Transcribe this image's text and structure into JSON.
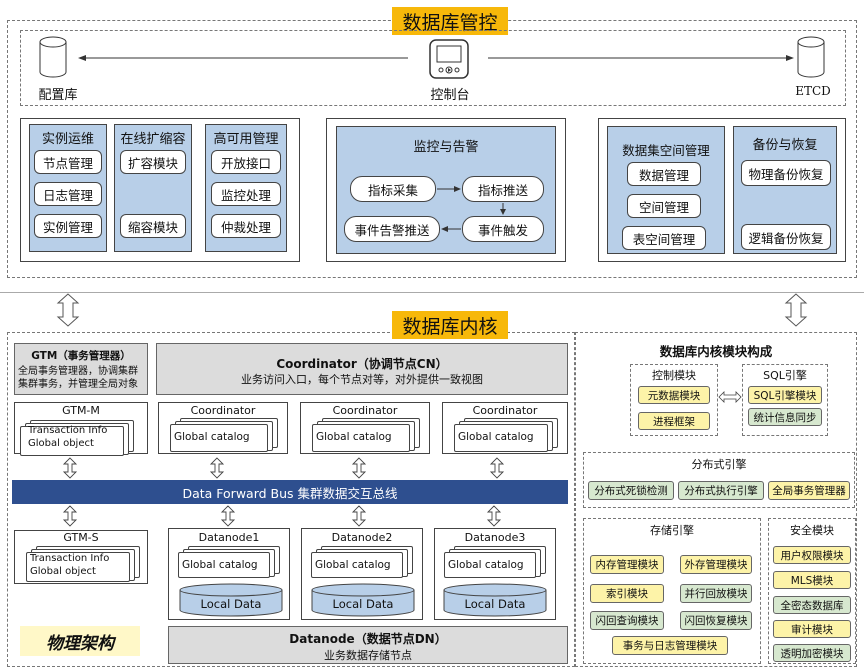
{
  "top": {
    "banner": "数据库管控",
    "config_db": "配置库",
    "console": "控制台",
    "etcd": "ETCD"
  },
  "ops": {
    "instance_ops": {
      "title": "实例运维",
      "items": [
        "节点管理",
        "日志管理",
        "实例管理"
      ]
    },
    "scale": {
      "title": "在线扩缩容",
      "items": [
        "扩容模块",
        "缩容模块"
      ]
    },
    "ha": {
      "title": "高可用管理",
      "items": [
        "开放接口",
        "监控处理",
        "仲裁处理"
      ]
    },
    "monitor": {
      "title": "监控与告警",
      "items": [
        "指标采集",
        "指标推送",
        "事件告警推送",
        "事件触发"
      ]
    },
    "dataset": {
      "title": "数据集空间管理",
      "items": [
        "数据管理",
        "空间管理",
        "表空间管理"
      ]
    },
    "backup": {
      "title": "备份与恢复",
      "items": [
        "物理备份恢复",
        "逻辑备份恢复"
      ]
    }
  },
  "kernel": {
    "banner": "数据库内核",
    "physical_label": "物理架构",
    "gtm": {
      "title": "GTM（事务管理器）",
      "desc1": "全局事务管理器，协调集群",
      "desc2": "集群事务，并管理全局对象"
    },
    "coordinator": {
      "title": "Coordinator（协调节点CN）",
      "desc": "业务访问入口，每个节点对等，对外提供一致视图"
    },
    "gtm_m": {
      "label": "GTM-M",
      "line1": "Transaction Info",
      "line2": "Global object"
    },
    "gtm_s": {
      "label": "GTM-S",
      "line1": "Transaction Info",
      "line2": "Global object"
    },
    "coord_nodes": [
      {
        "label": "Coordinator",
        "catalog": "Global catalog"
      },
      {
        "label": "Coordinator",
        "catalog": "Global catalog"
      },
      {
        "label": "Coordinator",
        "catalog": "Global catalog"
      }
    ],
    "bus": "Data Forward Bus 集群数据交互总线",
    "data_nodes": [
      {
        "label": "Datanode1",
        "catalog": "Global catalog",
        "local": "Local Data"
      },
      {
        "label": "Datanode2",
        "catalog": "Global catalog",
        "local": "Local Data"
      },
      {
        "label": "Datanode3",
        "catalog": "Global catalog",
        "local": "Local Data"
      }
    ],
    "datanode_title": "Datanode（数据节点DN）",
    "datanode_desc": "业务数据存储节点"
  },
  "modules": {
    "title": "数据库内核模块构成",
    "control": {
      "title": "控制模块",
      "items": [
        "元数据模块",
        "进程框架"
      ]
    },
    "sql": {
      "title": "SQL引擎",
      "items": [
        "SQL引擎模块",
        "统计信息同步"
      ]
    },
    "dist": {
      "title": "分布式引擎",
      "items": [
        "分布式死锁检测",
        "分布式执行引擎",
        "全局事务管理器"
      ]
    },
    "storage": {
      "title": "存储引擎",
      "items": [
        "内存管理模块",
        "外存管理模块",
        "索引模块",
        "并行回放模块",
        "闪回查询模块",
        "闪回恢复模块",
        "事务与日志管理模块"
      ]
    },
    "security": {
      "title": "安全模块",
      "items": [
        "用户权限模块",
        "MLS模块",
        "全密态数据库",
        "审计模块",
        "透明加密模块"
      ]
    }
  },
  "colors": {
    "banner": "#f7b80a",
    "bus": "#2e4f8f",
    "panel_blue": "#b8cfe8",
    "yellow_mod": "#fdf3a8",
    "green_mod": "#d7e8cf"
  }
}
